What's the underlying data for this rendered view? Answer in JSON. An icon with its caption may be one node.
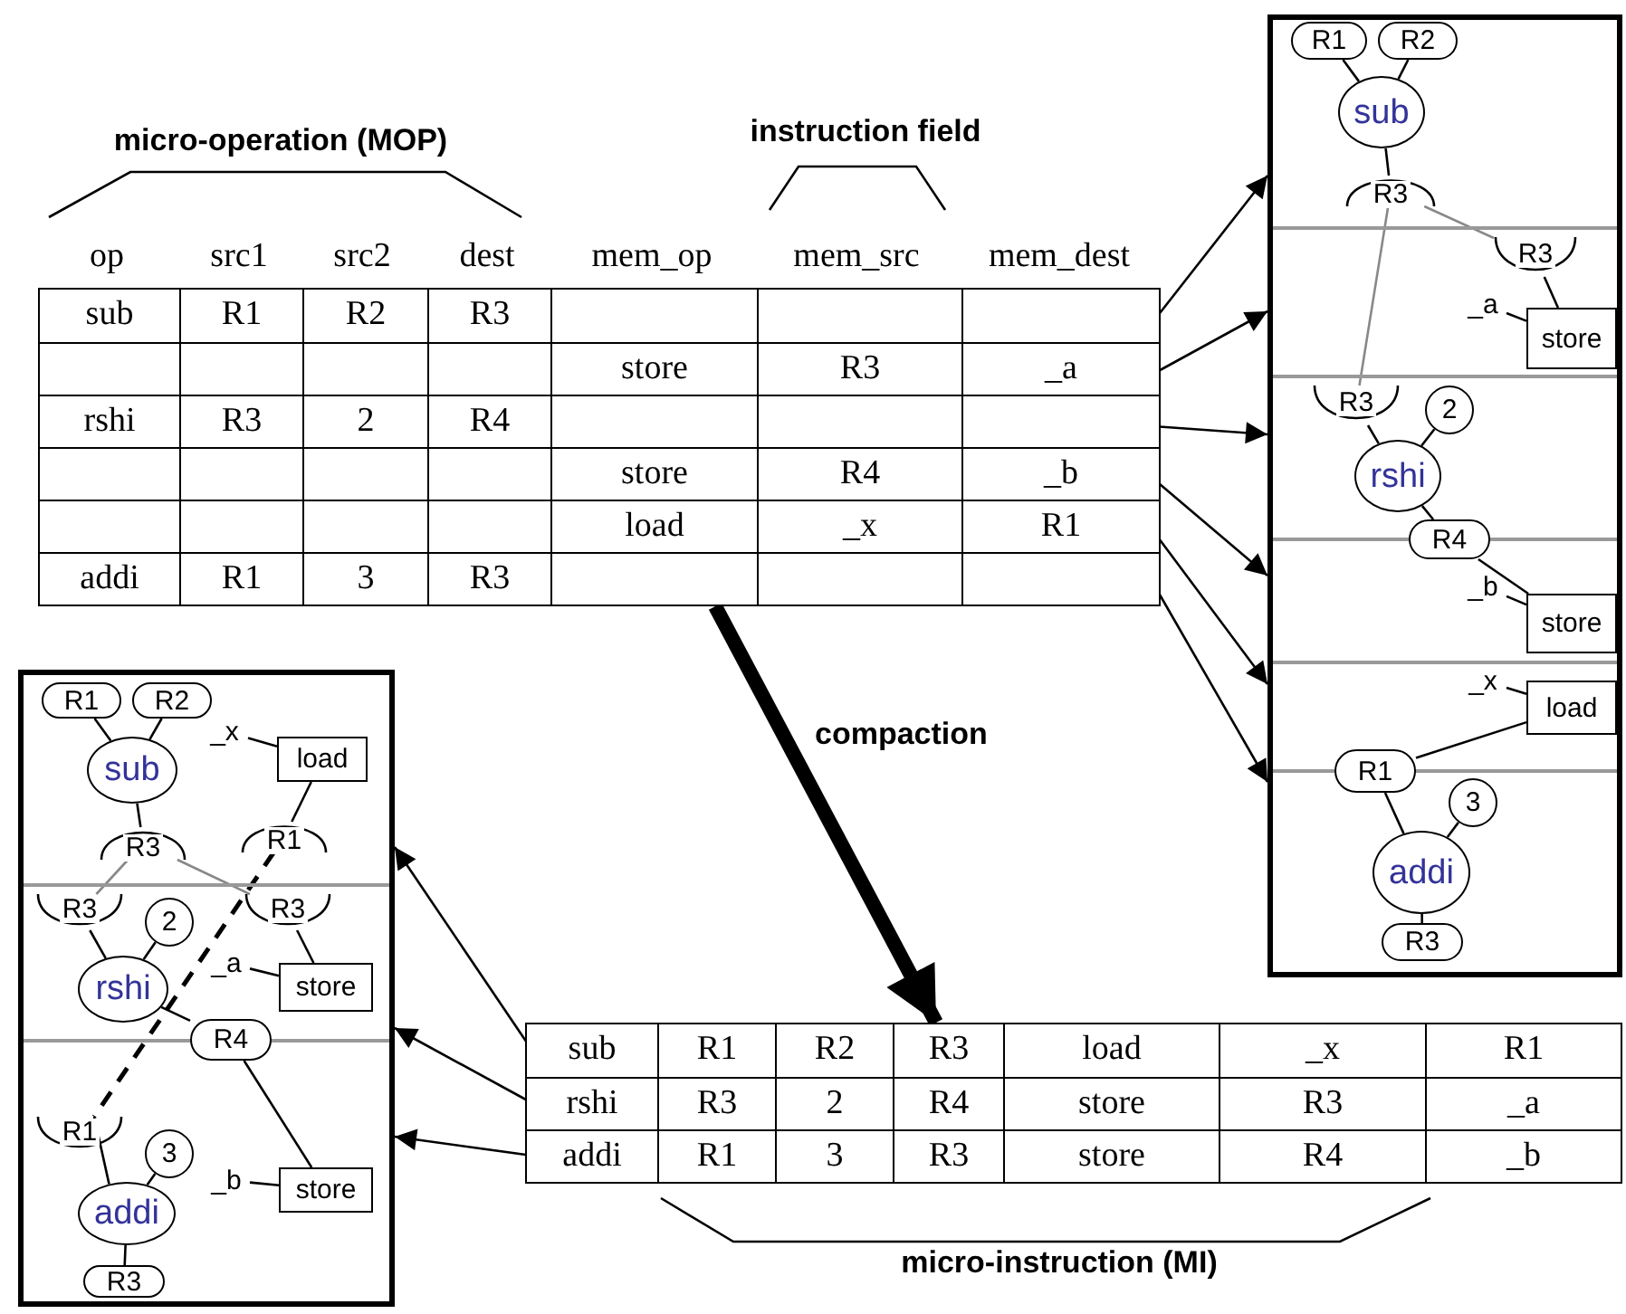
{
  "diagram": {
    "nodes": [
      {
        "text": [],
        "shape": "box"
      },
      {
        "text": [
          "sub",
          "R1",
          "R2",
          "R3"
        ],
        "in": 0
      },
      {
        "text": [
          "store",
          "R3",
          "_a"
        ],
        "in": 0
      },
      {
        "text": [
          "rshi",
          "R3",
          "2",
          "R4"
        ],
        "in": 0
      },
      {
        "text": [
          "store",
          "R4",
          "_b"
        ],
        "in": 0
      },
      {
        "text": [
          "load",
          "_x",
          "R1"
        ],
        "in": 0
      },
      {
        "text": [
          "addi",
          "R1",
          "3",
          "R3"
        ],
        "in": 0
      },
      {
        "text": [],
        "shape": "box"
      },
      {
        "text": [],
        "shape": "box",
        "in": 7
      },
      {
        "text": [],
        "shape": "box",
        "in": 7
      },
      {
        "text": [],
        "shape": "box",
        "in": 7
      },
      {
        "text": [],
        "shape": "box",
        "in": 7
      },
      {
        "text": [],
        "shape": "box",
        "in": 7
      },
      {
        "text": [],
        "shape": "box",
        "in": 7
      },
      {
        "text": [
          "R1"
        ],
        "in": 8
      },
      {
        "text": [
          "R2"
        ],
        "in": 8
      },
      {
        "text": [
          "sub"
        ],
        "in": 8
      },
      {
        "text": [
          "R3"
        ],
        "in": 8
      },
      {
        "text": [
          "R3"
        ],
        "in": 9
      },
      {
        "text": [
          "_a"
        ],
        "in": 9
      },
      {
        "text": [
          "store"
        ],
        "in": 9
      },
      {
        "text": [
          "R3"
        ],
        "in": 10
      },
      {
        "text": [
          "2"
        ],
        "in": 10
      },
      {
        "text": [
          "rshi"
        ],
        "in": 10
      },
      {
        "text": [
          "R4"
        ],
        "in": 7
      },
      {
        "text": [
          "_b"
        ],
        "in": 11
      },
      {
        "text": [
          "store"
        ],
        "in": 11
      },
      {
        "text": [
          "_x"
        ],
        "in": 12
      },
      {
        "text": [
          "load"
        ],
        "in": 12
      },
      {
        "text": [
          "R1"
        ],
        "in": 7
      },
      {
        "text": [
          "3"
        ],
        "in": 13
      },
      {
        "text": [
          "addi"
        ],
        "in": 13
      },
      {
        "text": [
          "R3"
        ],
        "in": 13
      },
      {
        "text": [],
        "shape": "box"
      },
      {
        "text": [],
        "shape": "box",
        "in": 33
      },
      {
        "text": [],
        "shape": "box",
        "in": 33
      },
      {
        "text": [],
        "shape": "box",
        "in": 33
      },
      {
        "text": [
          "R1"
        ],
        "in": 34
      },
      {
        "text": [
          "R2"
        ],
        "in": 34
      },
      {
        "text": [
          "sub"
        ],
        "in": 34
      },
      {
        "text": [
          "R3"
        ],
        "in": 34
      },
      {
        "text": [
          "_x"
        ],
        "in": 34
      },
      {
        "text": [
          "load"
        ],
        "in": 34
      },
      {
        "text": [
          "R1"
        ],
        "in": 34
      },
      {
        "text": [
          "R3"
        ],
        "in": 35
      },
      {
        "text": [
          "2"
        ],
        "in": 35
      },
      {
        "text": [
          "rshi"
        ],
        "in": 35
      },
      {
        "text": [
          "R3"
        ],
        "in": 35
      },
      {
        "text": [
          "_a"
        ],
        "in": 35
      },
      {
        "text": [
          "store"
        ],
        "in": 35
      },
      {
        "text": [
          "R4"
        ],
        "in": 33
      },
      {
        "text": [
          "R1"
        ],
        "in": 36
      },
      {
        "text": [
          "3"
        ],
        "in": 36
      },
      {
        "text": [
          "addi"
        ],
        "in": 36
      },
      {
        "text": [
          "_b"
        ],
        "in": 36
      },
      {
        "text": [
          "store"
        ],
        "in": 36
      },
      {
        "text": [
          "R3"
        ],
        "in": 36
      },
      {
        "text": [],
        "shape": "box"
      },
      {
        "text": [
          "sub",
          "R1",
          "R2",
          "R3",
          "load",
          "_x",
          "R1"
        ],
        "in": 57
      },
      {
        "text": [
          "rshi",
          "R3",
          "2",
          "R4",
          "store",
          "R3",
          "_a"
        ],
        "in": 57
      },
      {
        "text": [
          "addi",
          "R1",
          "3",
          "R3",
          "store",
          "R4",
          "_b"
        ],
        "in": 57
      }
    ],
    "edges": [
      {
        "from": 1,
        "to": 8,
        "arrow": "to"
      },
      {
        "from": 2,
        "to": 9,
        "arrow": "to"
      },
      {
        "from": 3,
        "to": 10,
        "arrow": "to"
      },
      {
        "from": 4,
        "to": 11,
        "arrow": "to"
      },
      {
        "from": 5,
        "to": 12,
        "arrow": "to"
      },
      {
        "from": 6,
        "to": 13,
        "arrow": "to"
      },
      {
        "from": 14,
        "to": 16,
        "arrow": "none"
      },
      {
        "from": 15,
        "to": 16,
        "arrow": "none"
      },
      {
        "from": 16,
        "to": 17,
        "arrow": "none"
      },
      {
        "from": 17,
        "to": 18,
        "arrow": "none",
        "color": "#888888"
      },
      {
        "from": 17,
        "to": 21,
        "arrow": "none",
        "color": "#888888"
      },
      {
        "from": 18,
        "to": 20,
        "arrow": "none"
      },
      {
        "from": 19,
        "to": 20,
        "arrow": "none"
      },
      {
        "from": 21,
        "to": 23,
        "arrow": "none"
      },
      {
        "from": 22,
        "to": 23,
        "arrow": "none"
      },
      {
        "from": 23,
        "to": 24,
        "arrow": "none"
      },
      {
        "from": 24,
        "to": 26,
        "arrow": "none"
      },
      {
        "from": 25,
        "to": 26,
        "arrow": "none"
      },
      {
        "from": 27,
        "to": 28,
        "arrow": "none"
      },
      {
        "from": 28,
        "to": 29,
        "arrow": "none"
      },
      {
        "from": 29,
        "to": 31,
        "arrow": "none"
      },
      {
        "from": 30,
        "to": 31,
        "arrow": "none"
      },
      {
        "from": 31,
        "to": 32,
        "arrow": "none"
      },
      {
        "from": 0,
        "to": 57,
        "arrow": "to",
        "label": "compaction",
        "style": "thick"
      },
      {
        "from": 58,
        "to": 34,
        "arrow": "to"
      },
      {
        "from": 59,
        "to": 35,
        "arrow": "to"
      },
      {
        "from": 60,
        "to": 36,
        "arrow": "to"
      },
      {
        "from": 37,
        "to": 39,
        "arrow": "none"
      },
      {
        "from": 38,
        "to": 39,
        "arrow": "none"
      },
      {
        "from": 39,
        "to": 40,
        "arrow": "none"
      },
      {
        "from": 41,
        "to": 42,
        "arrow": "none"
      },
      {
        "from": 42,
        "to": 43,
        "arrow": "none"
      },
      {
        "from": 40,
        "to": 44,
        "arrow": "none",
        "color": "#888888"
      },
      {
        "from": 40,
        "to": 47,
        "arrow": "none",
        "color": "#888888"
      },
      {
        "from": 44,
        "to": 46,
        "arrow": "none"
      },
      {
        "from": 45,
        "to": 46,
        "arrow": "none"
      },
      {
        "from": 47,
        "to": 49,
        "arrow": "none"
      },
      {
        "from": 48,
        "to": 49,
        "arrow": "none"
      },
      {
        "from": 46,
        "to": 50,
        "arrow": "none"
      },
      {
        "from": 50,
        "to": 55,
        "arrow": "none"
      },
      {
        "from": 43,
        "to": 51,
        "arrow": "none",
        "style": "dashed"
      },
      {
        "from": 51,
        "to": 53,
        "arrow": "none"
      },
      {
        "from": 52,
        "to": 53,
        "arrow": "none"
      },
      {
        "from": 53,
        "to": 56,
        "arrow": "none"
      },
      {
        "from": 54,
        "to": 55,
        "arrow": "none"
      }
    ],
    "labels": [
      "micro-operation (MOP)",
      "instruction field",
      "op",
      "src1",
      "src2",
      "dest",
      "mem_op",
      "mem_src",
      "mem_dest",
      "micro-instruction (MI)"
    ]
  }
}
